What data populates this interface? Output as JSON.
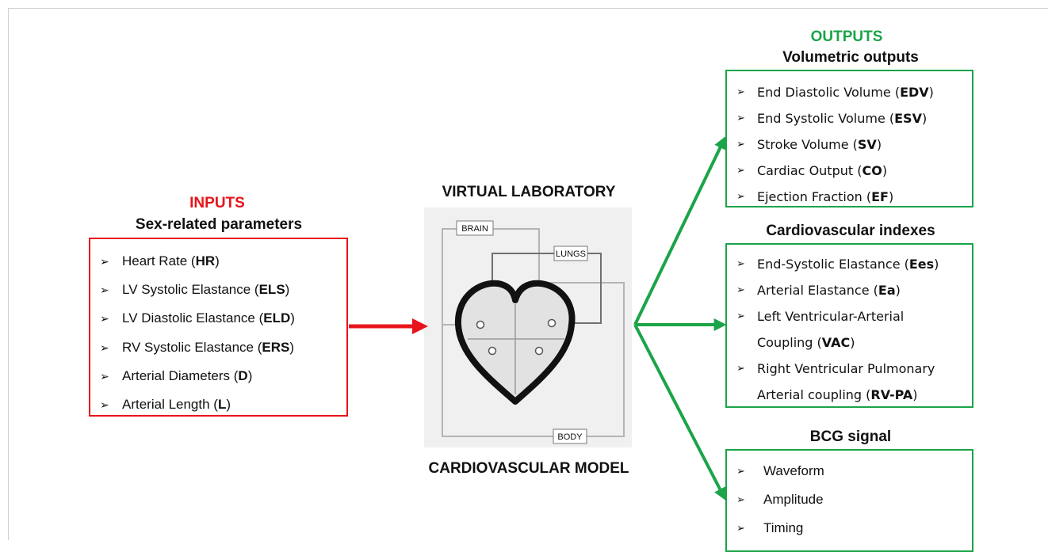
{
  "inputs": {
    "title": "INPUTS",
    "subtitle": "Sex-related parameters",
    "items": [
      {
        "text": "Heart Rate (",
        "abbr": "HR",
        "close": ")"
      },
      {
        "text": "LV Systolic Elastance (",
        "abbr": "ELS",
        "close": ")"
      },
      {
        "text": "LV Diastolic Elastance (",
        "abbr": "ELD",
        "close": ")"
      },
      {
        "text": "RV Systolic Elastance (",
        "abbr": "ERS",
        "close": ")"
      },
      {
        "text": "Arterial Diameters (",
        "abbr": "D",
        "close": ")"
      },
      {
        "text": "Arterial Length  (",
        "abbr": "L",
        "close": ")"
      }
    ]
  },
  "model": {
    "title_top": "VIRTUAL LABORATORY",
    "title_bottom": "CARDIOVASCULAR  MODEL",
    "labels": {
      "brain": "BRAIN",
      "lungs": "LUNGS",
      "body": "BODY"
    }
  },
  "outputs": {
    "title": "OUTPUTS",
    "volumetric": {
      "heading": "Volumetric outputs",
      "items": [
        {
          "text": "End Diastolic Volume (",
          "abbr": "EDV",
          "close": ")"
        },
        {
          "text": "End Systolic Volume (",
          "abbr": "ESV",
          "close": ")"
        },
        {
          "text": "Stroke Volume (",
          "abbr": "SV",
          "close": ")"
        },
        {
          "text": "Cardiac Output (",
          "abbr": "CO",
          "close": ")"
        },
        {
          "text": "Ejection Fraction (",
          "abbr": "EF",
          "close": ")"
        }
      ]
    },
    "indexes": {
      "heading": "Cardiovascular indexes",
      "items": [
        {
          "text": "End-Systolic Elastance (",
          "abbr": "Ees",
          "close": ")"
        },
        {
          "text": "Arterial Elastance (",
          "abbr": "Ea",
          "close": ")"
        },
        {
          "text": "Left Ventricular-Arterial",
          "cont": "Coupling (",
          "abbr": "VAC",
          "close": ")"
        },
        {
          "text": "Right Ventricular Pulmonary",
          "cont": "Arterial coupling (",
          "abbr": "RV-PA",
          "close": ")"
        }
      ]
    },
    "bcg": {
      "heading": "BCG signal",
      "items": [
        "Waveform",
        "Amplitude",
        "Timing"
      ]
    }
  },
  "bullet": "➢",
  "colors": {
    "input_red": "#e8141b",
    "output_green": "#1ba448",
    "model_bg": "#f0f0f0"
  }
}
